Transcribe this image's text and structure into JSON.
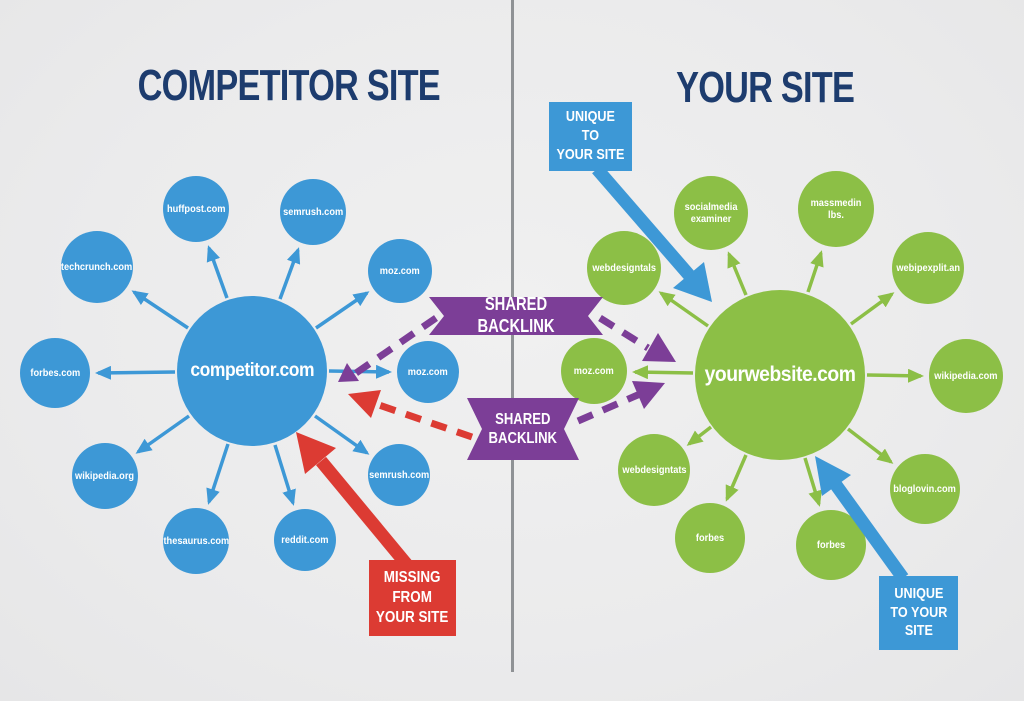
{
  "titles": {
    "left": "COMPETITOR SITE",
    "right": "YOUR SITE"
  },
  "clusters": {
    "competitor": {
      "hub": "competitor.com",
      "satellites": [
        "huffpost.com",
        "semrush.com",
        "techcrunch.com",
        "moz.com",
        "forbes.com",
        "moz.com",
        "wikipedia.org",
        "semrush.com",
        "thesaurus.com",
        "reddit.com"
      ]
    },
    "yours": {
      "hub": "yourwebsite.com",
      "satellites": [
        "socialmedia\nexaminer",
        "massmedin lbs.",
        "webdesigntals",
        "webipexplit.an",
        "moz.com",
        "wikipedia.com",
        "webdesigntats",
        "bloglovin.com",
        "forbes",
        "forbes"
      ]
    }
  },
  "callouts": {
    "shared_top": "SHARED BACKLINK",
    "shared_mid": "SHARED\nBACKLINK",
    "missing": "MISSING\nFROM\nYOUR SITE",
    "unique_top": "UNIQUE\nTO\nYOUR SITE",
    "unique_bottom": "UNIQUE\nTO YOUR\nSITE"
  },
  "colors": {
    "competitor_blue": "#3d98d6",
    "your_green": "#8cbf46",
    "shared_purple": "#7c3e97",
    "missing_red": "#dc3b33",
    "title_navy": "#1d3c6e",
    "divider_gray": "#8f9295",
    "background": "#ececed"
  }
}
